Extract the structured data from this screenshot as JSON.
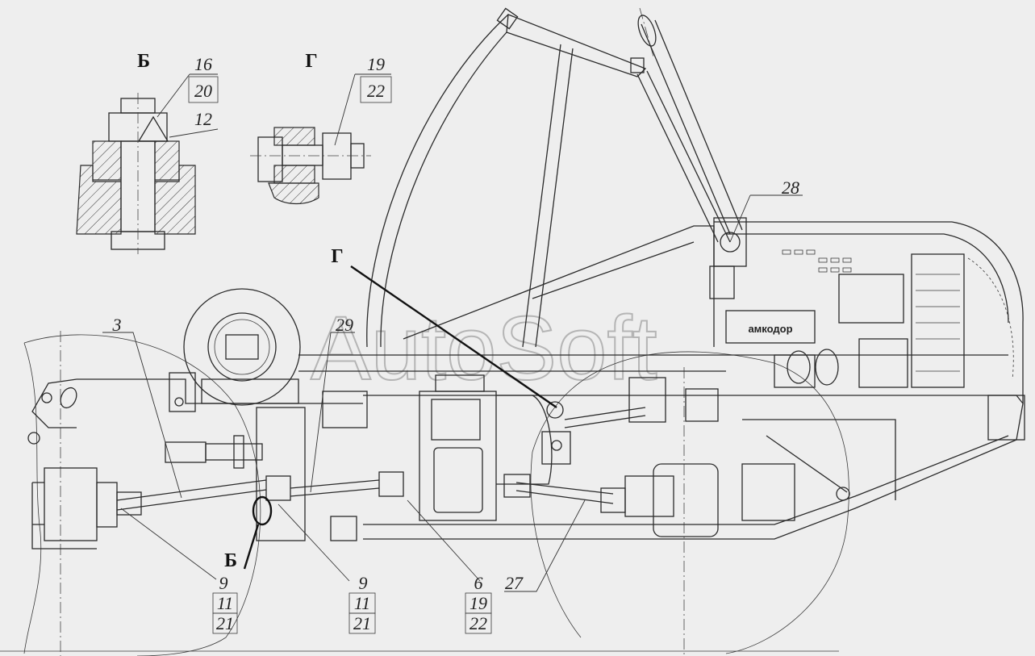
{
  "watermark": "AutoSoft",
  "brand_plate": "амкодор",
  "view_labels": {
    "detail_b": "Б",
    "detail_g": "Г",
    "pointer_g": "Г",
    "pointer_b": "Б"
  },
  "callouts": {
    "c3": "3",
    "c29": "29",
    "c28": "28",
    "c27": "27",
    "b_stack": [
      "16",
      "20",
      "12"
    ],
    "g_stack": [
      "19",
      "22"
    ],
    "left_stack": [
      "9",
      "11",
      "21"
    ],
    "mid_stack": [
      "9",
      "11",
      "21"
    ],
    "c6_stack": [
      "6",
      "19",
      "22"
    ]
  }
}
